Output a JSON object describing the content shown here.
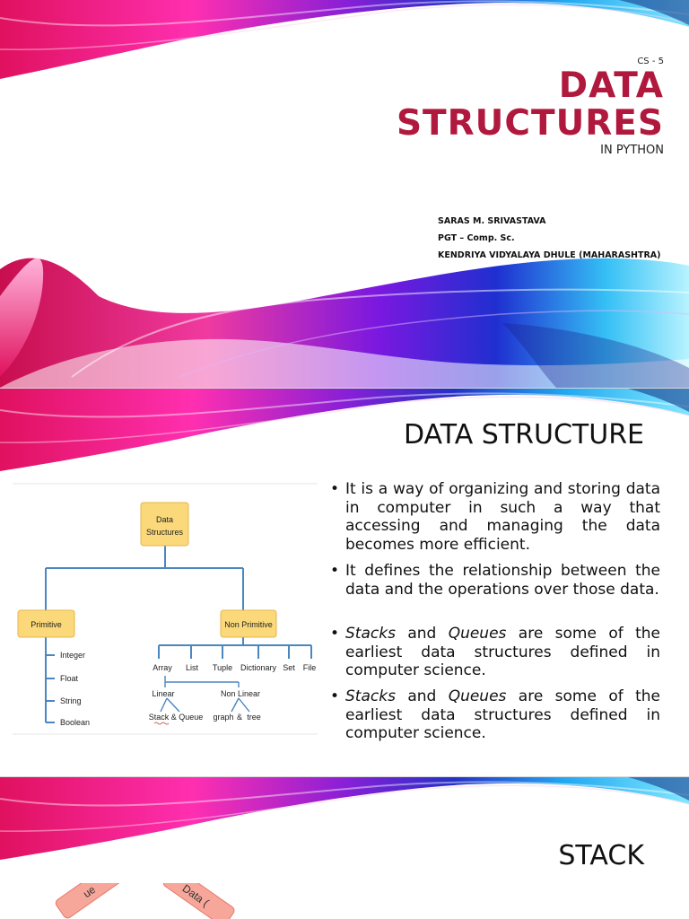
{
  "slide1": {
    "course_code": "CS - 5",
    "title_line1": "DATA",
    "title_line2": "STRUCTURES",
    "subtitle": "IN PYTHON",
    "author_name": "SARAS M. SRIVASTAVA",
    "author_role": "PGT – Comp. Sc.",
    "author_school": "KENDRIYA VIDYALAYA DHULE (MAHARASHTRA)"
  },
  "slide2": {
    "title": "DATA STRUCTURE",
    "bullets": [
      {
        "text": "It is a way of organizing and storing data in computer in such a way that accessing and managing the data becomes more efficient."
      },
      {
        "text": "It defines the relationship between the data and the operations over those data."
      },
      {
        "em1": "Stacks",
        "mid": " and ",
        "em2": "Queues",
        "rest": " are some of the earliest data structures defined in computer science."
      },
      {
        "em1": "Stacks",
        "mid": " and ",
        "em2": "Queues",
        "rest": " are some of the earliest data structures defined in computer science."
      }
    ],
    "diagram": {
      "root": [
        "Data",
        "Structures"
      ],
      "primitive": "Primitive",
      "non_primitive": "Non Primitive",
      "primitive_items": [
        "Integer",
        "Float",
        "String",
        "Boolean"
      ],
      "non_primitive_items": [
        "Array",
        "List",
        "Tuple",
        "Dictionary",
        "Set",
        "File"
      ],
      "linear": "Linear",
      "non_linear": "Non Linear",
      "linear_items": "Stack & Queue",
      "non_linear_items_a": "graph",
      "non_linear_items_b": "&",
      "non_linear_items_c": "tree"
    }
  },
  "slide3": {
    "title": "STACK",
    "tag1": "ue",
    "tag2": "Data ("
  },
  "colors": {
    "title_red": "#b0183d",
    "node_fill": "#fbd97a",
    "connector_blue": "#4b86bf"
  }
}
